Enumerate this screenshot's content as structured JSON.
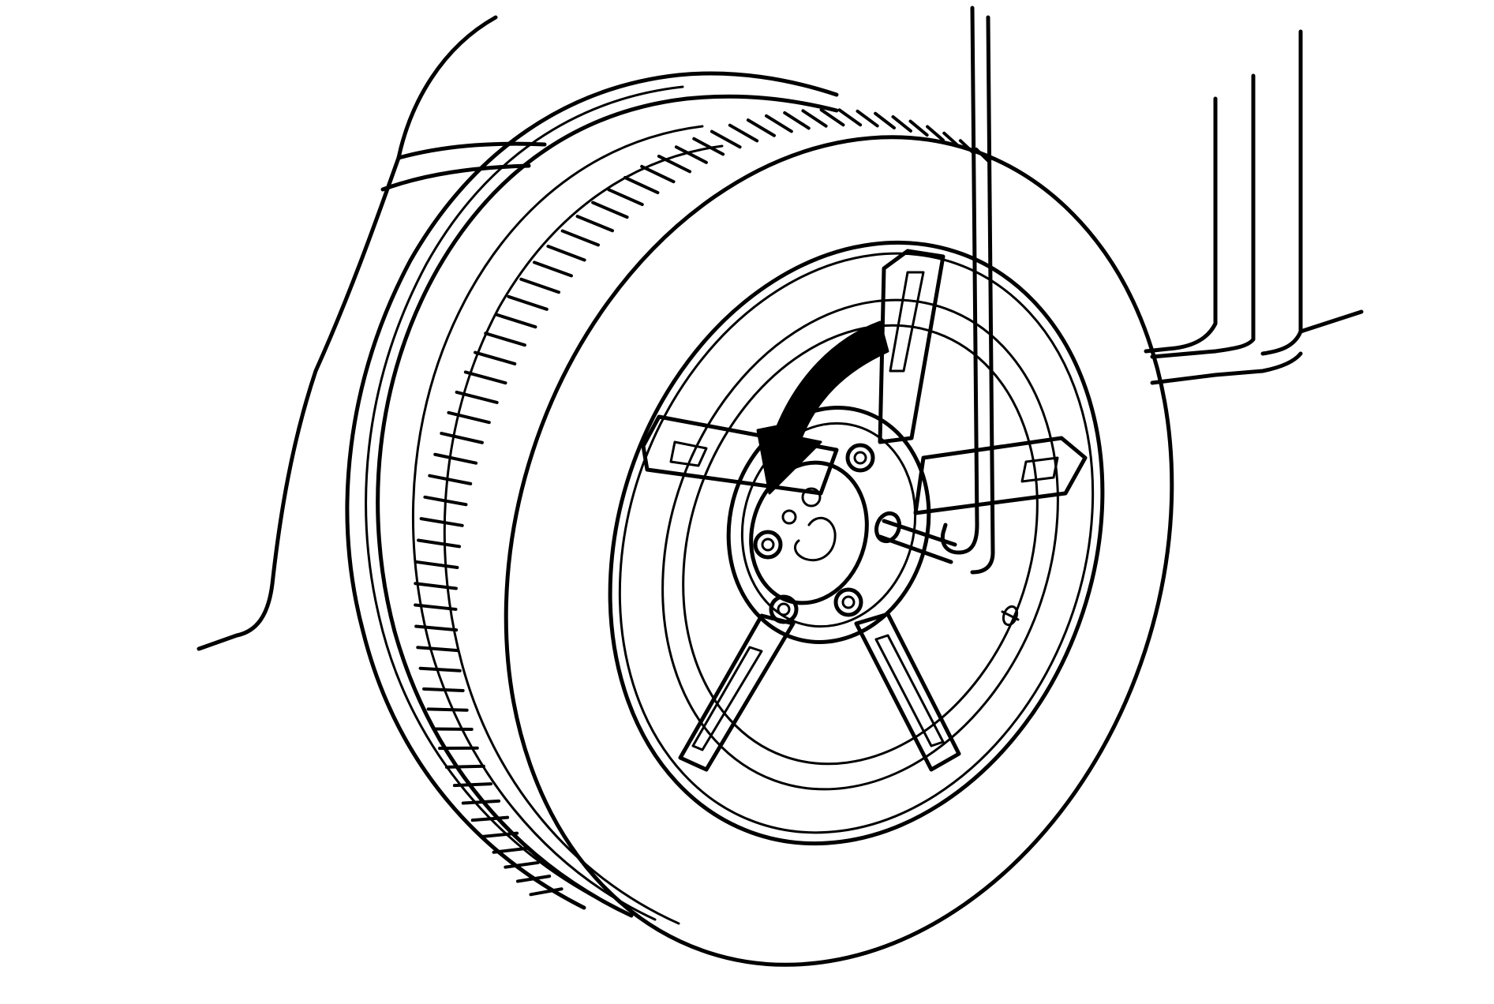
{
  "diagram": {
    "subject": "wheel-lug-nut-loosening",
    "labels": [],
    "colors": {
      "line": "#000000",
      "background": "#ffffff",
      "arrow_fill": "#000000"
    },
    "lug_nuts_visible": 4,
    "spokes": 5,
    "arrow_direction": "counterclockwise"
  }
}
